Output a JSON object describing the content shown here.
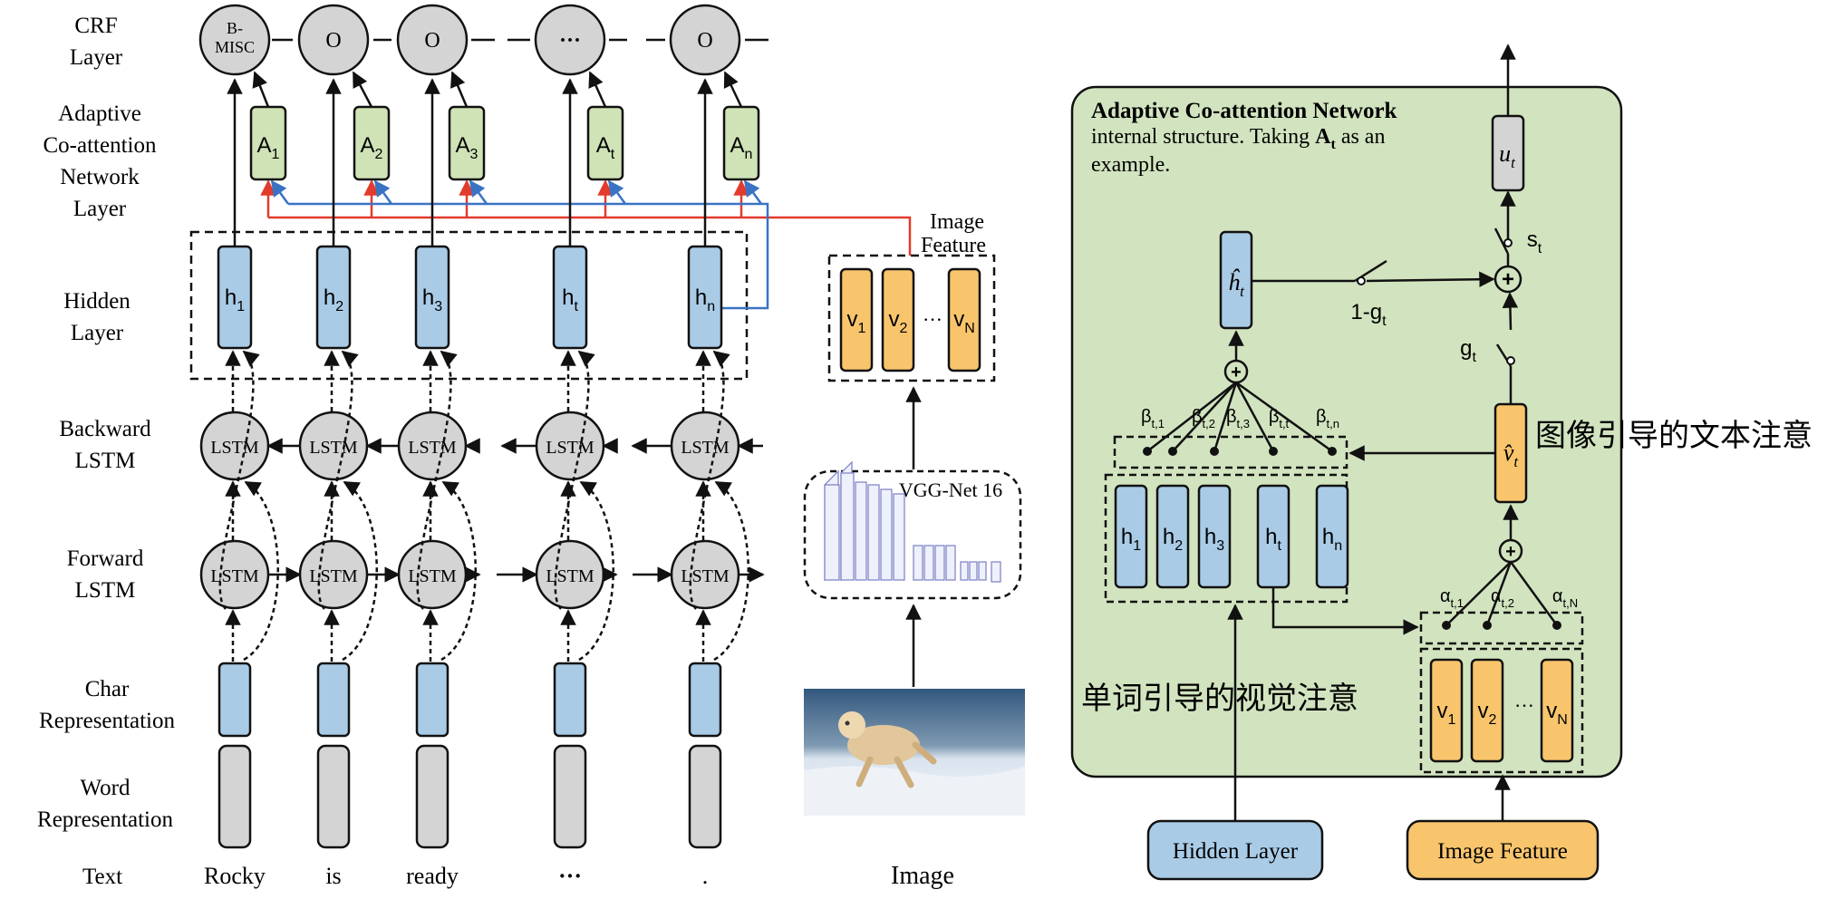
{
  "left": {
    "layer_labels": {
      "crf": [
        "CRF",
        "Layer"
      ],
      "acn": [
        "Adaptive",
        "Co-attention",
        "Network",
        "Layer"
      ],
      "hidden": [
        "Hidden",
        "Layer"
      ],
      "backward": [
        "Backward",
        "LSTM"
      ],
      "forward": [
        "Forward",
        "LSTM"
      ],
      "char": [
        "Char",
        "Representation"
      ],
      "word": [
        "Word",
        "Representation"
      ],
      "text": [
        "Text"
      ]
    },
    "crf_nodes": [
      [
        "B-",
        "MISC"
      ],
      [
        "O"
      ],
      [
        "O"
      ],
      [
        "···"
      ],
      [
        "O"
      ]
    ],
    "attention_nodes": [
      {
        "base": "A",
        "sub": "1"
      },
      {
        "base": "A",
        "sub": "2"
      },
      {
        "base": "A",
        "sub": "3"
      },
      {
        "base": "A",
        "sub": "t"
      },
      {
        "base": "A",
        "sub": "n"
      }
    ],
    "hidden_nodes": [
      {
        "base": "h",
        "sub": "1"
      },
      {
        "base": "h",
        "sub": "2"
      },
      {
        "base": "h",
        "sub": "3"
      },
      {
        "base": "h",
        "sub": "t"
      },
      {
        "base": "h",
        "sub": "n"
      }
    ],
    "lstm_label": "LSTM",
    "words": [
      "Rocky",
      "is",
      "ready",
      "···",
      "."
    ]
  },
  "image_branch": {
    "feature_title": [
      "Image",
      "Feature"
    ],
    "feature_nodes": [
      {
        "base": "v",
        "sub": "1"
      },
      {
        "base": "v",
        "sub": "2"
      },
      {
        "base": "···",
        "sub": ""
      },
      {
        "base": "v",
        "sub": "N"
      }
    ],
    "vgg_label": "VGG-Net 16",
    "image_label": "Image"
  },
  "panel": {
    "title_bold": "Adaptive Co-attention Network",
    "desc_1": "internal structure. Taking ",
    "desc_var": "A",
    "desc_var_sub": "t",
    "desc_2": " as an",
    "desc_3": "example.",
    "u_label": {
      "base": "u",
      "sub": "t"
    },
    "s_label": {
      "base": "s",
      "sub": "t"
    },
    "g_label": {
      "base": "g",
      "sub": "t"
    },
    "one_minus_g": {
      "base": "1-g",
      "sub": "t"
    },
    "hhat_label": {
      "base": "ĥ",
      "sub": "t"
    },
    "vhat_label": {
      "base": "v̂",
      "sub": "t"
    },
    "betas": [
      {
        "base": "β",
        "sub": "t,1"
      },
      {
        "base": "β",
        "sub": "t,2"
      },
      {
        "base": "β",
        "sub": "t,3"
      },
      {
        "base": "β",
        "sub": "t,t"
      },
      {
        "base": "β",
        "sub": "t,n"
      }
    ],
    "alphas": [
      {
        "base": "α",
        "sub": "t,1"
      },
      {
        "base": "α",
        "sub": "t,2"
      },
      {
        "base": "α",
        "sub": "t,N"
      }
    ],
    "hidden_nodes": [
      {
        "base": "h",
        "sub": "1"
      },
      {
        "base": "h",
        "sub": "2"
      },
      {
        "base": "h",
        "sub": "3"
      },
      {
        "base": "h",
        "sub": "t"
      },
      {
        "base": "h",
        "sub": "n"
      }
    ],
    "feature_nodes": [
      {
        "base": "v",
        "sub": "1"
      },
      {
        "base": "v",
        "sub": "2"
      },
      {
        "base": "···",
        "sub": ""
      },
      {
        "base": "v",
        "sub": "N"
      }
    ],
    "hidden_layer_button": "Hidden Layer",
    "image_feature_button": "Image Feature",
    "word_guided_visual_attention": "单词引导的视觉注意",
    "image_guided_text_attention": "图像引导的文本注意"
  },
  "colors": {
    "blue_node": "#a9cbe6",
    "orange_node": "#f8c56d",
    "green_node": "#cfe3b6",
    "panel_bg": "#d2e4bf",
    "gray_node": "#d4d4d4",
    "red_line": "#e23a2c",
    "blue_line": "#3a73c4"
  }
}
